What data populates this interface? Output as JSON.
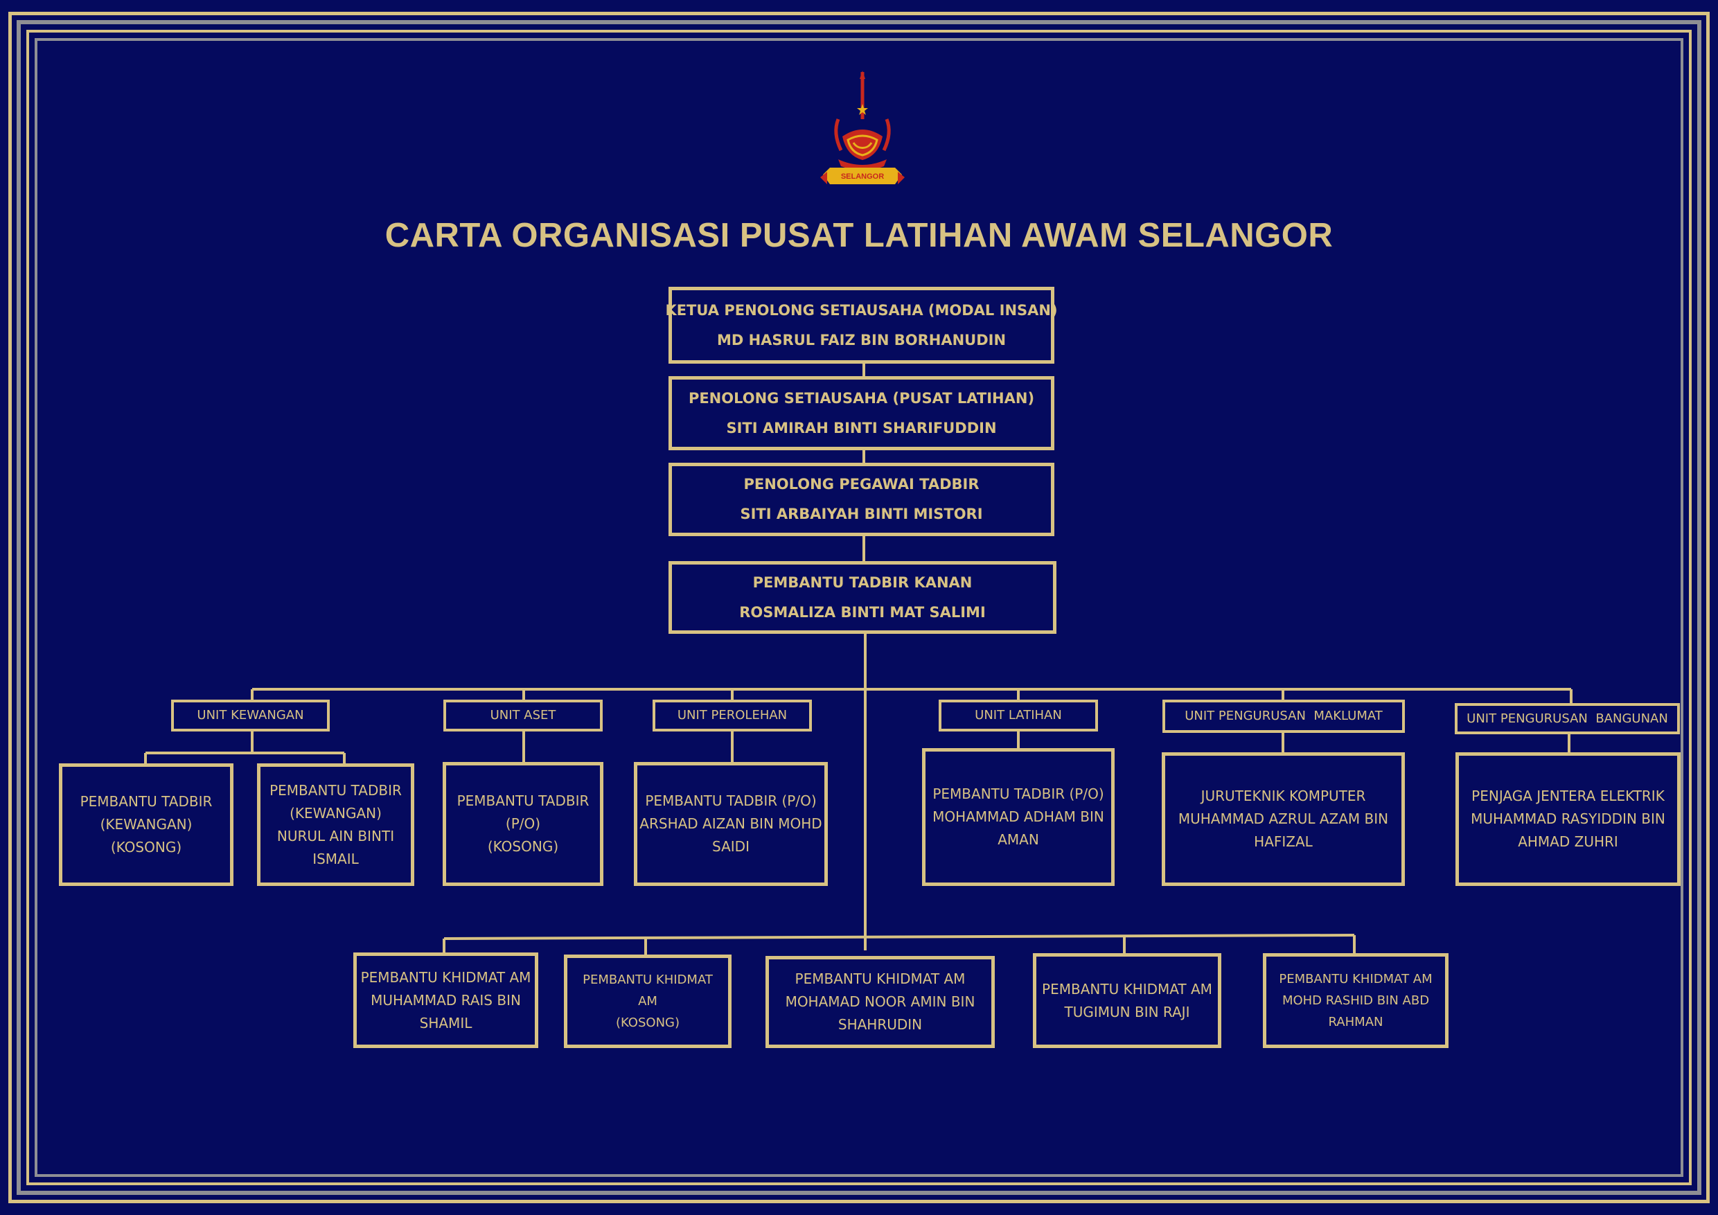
{
  "title": "CARTA ORGANISASI PUSAT LATIHAN AWAM SELANGOR",
  "crest": {
    "icon": "selangor-state-crest-icon",
    "ribbon_text": "SELANGOR"
  },
  "colors": {
    "background": "#050a5e",
    "gold": "#d8c283",
    "frame_gray": "#8f8f94"
  },
  "hierarchy": [
    {
      "position": "KETUA PENOLONG SETIAUSAHA (MODAL INSAN)",
      "name": "MD HASRUL FAIZ BIN BORHANUDIN"
    },
    {
      "position": "PENOLONG SETIAUSAHA (PUSAT LATIHAN)",
      "name": "SITI AMIRAH BINTI SHARIFUDDIN"
    },
    {
      "position": "PENOLONG PEGAWAI TADBIR",
      "name": "SITI ARBAIYAH BINTI MISTORI"
    },
    {
      "position": "PEMBANTU TADBIR KANAN",
      "name": "ROSMALIZA BINTI MAT SALIMI"
    }
  ],
  "units": [
    {
      "name": "UNIT KEWANGAN",
      "staff": [
        {
          "lines": [
            "PEMBANTU TADBIR",
            "(KEWANGAN)",
            "(KOSONG)"
          ]
        },
        {
          "lines": [
            "PEMBANTU TADBIR",
            "(KEWANGAN)",
            "NURUL AIN BINTI",
            "ISMAIL"
          ]
        }
      ]
    },
    {
      "name": "UNIT ASET",
      "staff": [
        {
          "lines": [
            "PEMBANTU TADBIR",
            "(P/O)",
            "(KOSONG)"
          ]
        }
      ]
    },
    {
      "name": "UNIT PEROLEHAN",
      "staff": [
        {
          "lines": [
            "PEMBANTU TADBIR (P/O)",
            "ARSHAD AIZAN BIN MOHD",
            "SAIDI"
          ]
        }
      ]
    },
    {
      "name": "UNIT LATIHAN",
      "staff": [
        {
          "lines": [
            "PEMBANTU TADBIR (P/O)",
            "MOHAMMAD ADHAM BIN",
            "AMAN"
          ]
        }
      ]
    },
    {
      "name": "UNIT PENGURUSAN  MAKLUMAT",
      "staff": [
        {
          "lines": [
            "JURUTEKNIK KOMPUTER",
            "MUHAMMAD AZRUL AZAM BIN",
            "HAFIZAL"
          ]
        }
      ]
    },
    {
      "name": "UNIT PENGURUSAN  BANGUNAN",
      "staff": [
        {
          "lines": [
            "PENJAGA JENTERA ELEKTRIK",
            "MUHAMMAD RASYIDDIN BIN",
            "AHMAD ZUHRI"
          ]
        }
      ]
    }
  ],
  "general_staff": [
    {
      "lines": [
        "PEMBANTU KHIDMAT AM",
        "MUHAMMAD RAIS BIN",
        "SHAMIL"
      ]
    },
    {
      "lines": [
        "PEMBANTU KHIDMAT",
        "AM",
        "(KOSONG)"
      ]
    },
    {
      "lines": [
        "PEMBANTU KHIDMAT AM",
        "MOHAMAD NOOR AMIN BIN",
        "SHAHRUDIN"
      ]
    },
    {
      "lines": [
        "PEMBANTU KHIDMAT AM",
        "TUGIMUN BIN RAJI"
      ]
    },
    {
      "lines": [
        "PEMBANTU KHIDMAT AM",
        "MOHD RASHID BIN ABD",
        "RAHMAN"
      ]
    }
  ]
}
